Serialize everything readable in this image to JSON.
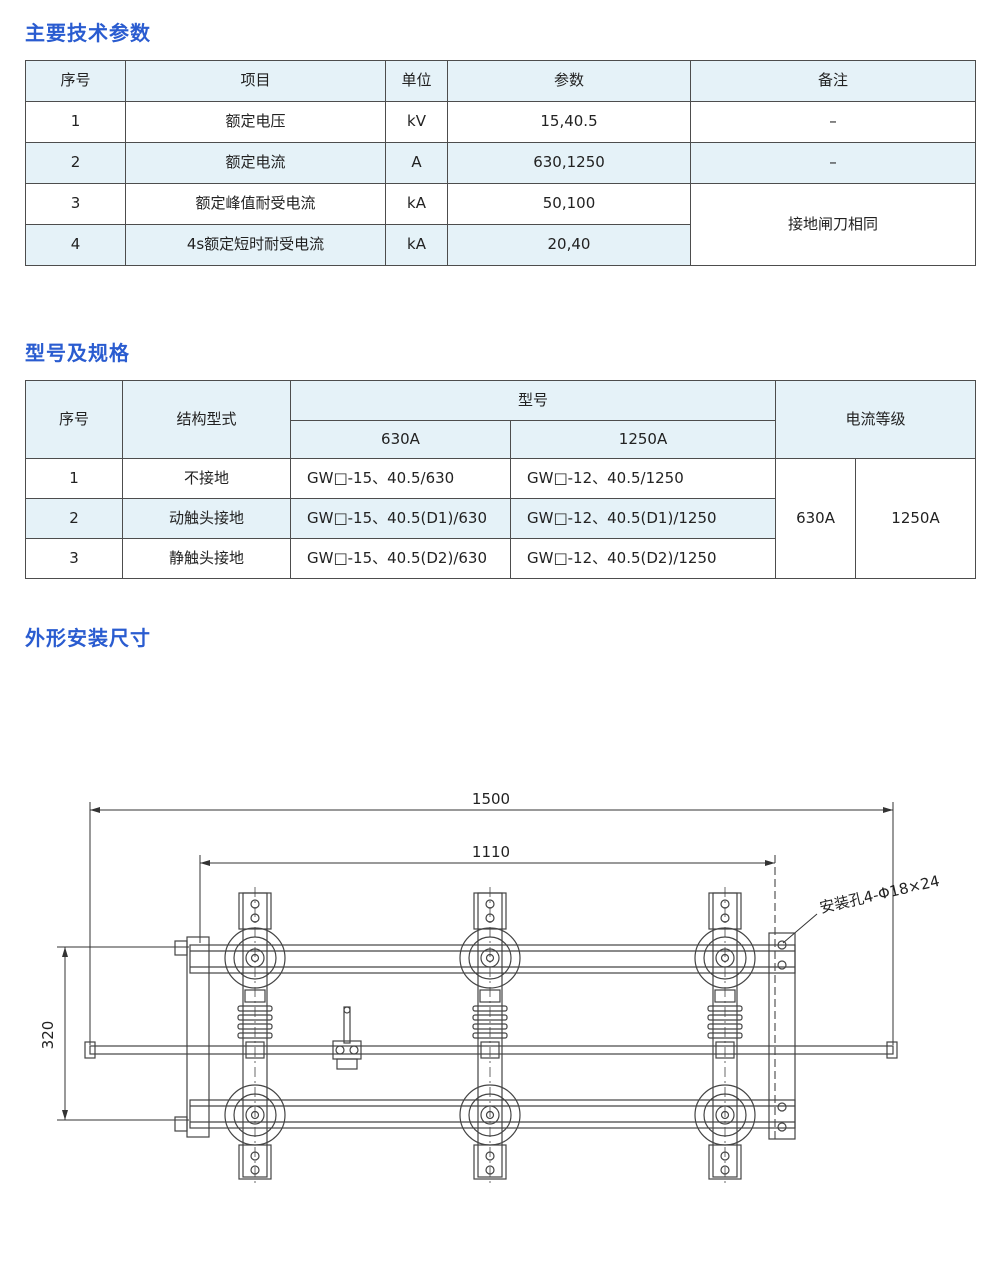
{
  "accent_color": "#2a5cd0",
  "row_tint_color": "#e5f2f8",
  "params": {
    "title": "主要技术参数",
    "headers": [
      "序号",
      "项目",
      "单位",
      "参数",
      "备注"
    ],
    "rows": [
      {
        "no": "1",
        "item": "额定电压",
        "unit": "kV",
        "value": "15,40.5",
        "note": "–"
      },
      {
        "no": "2",
        "item": "额定电流",
        "unit": "A",
        "value": "630,1250",
        "note": "–"
      },
      {
        "no": "3",
        "item": "额定峰值耐受电流",
        "unit": "kA",
        "value": "50,100"
      },
      {
        "no": "4",
        "item": "4s额定短时耐受电流",
        "unit": "kA",
        "value": "20,40"
      }
    ],
    "merged_note": "接地闸刀相同"
  },
  "models": {
    "title": "型号及规格",
    "headers": {
      "no": "序号",
      "structure": "结构型式",
      "model": "型号",
      "current": "电流等级",
      "sub_630": "630A",
      "sub_1250": "1250A"
    },
    "rows": [
      {
        "no": "1",
        "structure": "不接地",
        "m630": "GW□-15、40.5/630",
        "m1250": "GW□-12、40.5/1250"
      },
      {
        "no": "2",
        "structure": "动触头接地",
        "m630": "GW□-15、40.5(D1)/630",
        "m1250": "GW□-12、40.5(D1)/1250"
      },
      {
        "no": "3",
        "structure": "静触头接地",
        "m630": "GW□-15、40.5(D2)/630",
        "m1250": "GW□-12、40.5(D2)/1250"
      }
    ],
    "current_630": "630A",
    "current_1250": "1250A"
  },
  "drawing": {
    "title": "外形安装尺寸",
    "dim_overall": "1500",
    "dim_inner": "1110",
    "dim_height": "320",
    "hole_label": "安装孔4-Φ18×24"
  }
}
